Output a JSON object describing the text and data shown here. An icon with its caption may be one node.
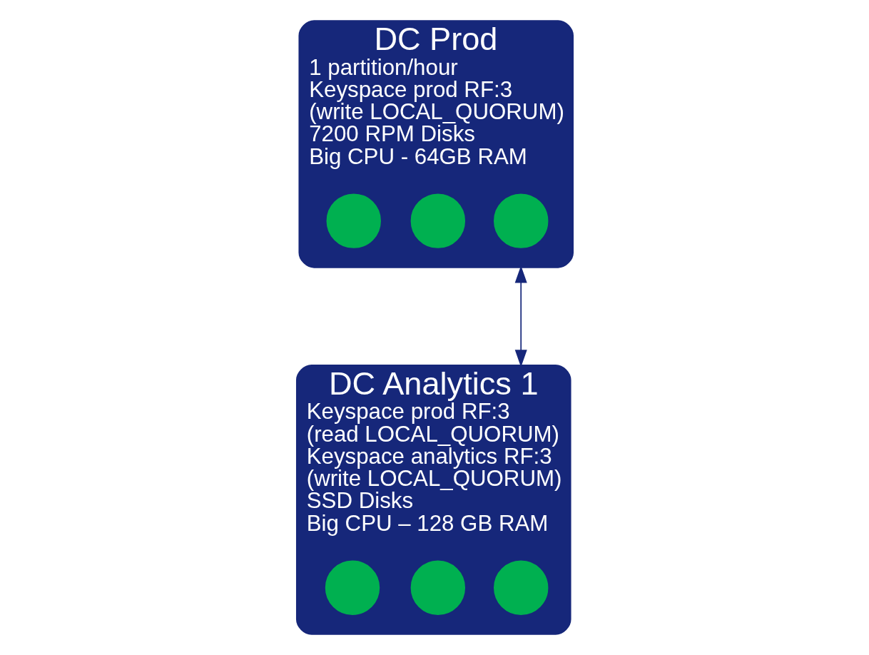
{
  "diagram": {
    "nodes": [
      {
        "text": [
          "DC Prod",
          "1 partition/hour",
          "Keyspace prod RF:3",
          "(write LOCAL_QUORUM)",
          "7200 RPM Disks",
          "Big CPU - 64GB RAM"
        ]
      },
      {
        "text": [],
        "shape": "circle",
        "in": 0
      },
      {
        "text": [],
        "shape": "circle",
        "in": 0
      },
      {
        "text": [],
        "shape": "circle",
        "in": 0
      },
      {
        "text": [
          "DC Analytics 1",
          "Keyspace prod RF:3",
          "(read LOCAL_QUORUM)",
          "Keyspace analytics RF:3",
          "(write LOCAL_QUORUM)",
          "SSD Disks",
          "Big CPU – 128 GB RAM"
        ]
      },
      {
        "text": [],
        "shape": "circle",
        "in": 4
      },
      {
        "text": [],
        "shape": "circle",
        "in": 4
      },
      {
        "text": [],
        "shape": "circle",
        "in": 4
      }
    ],
    "edges": [
      {
        "from": 0,
        "to": 4,
        "arrow": "both"
      }
    ]
  }
}
